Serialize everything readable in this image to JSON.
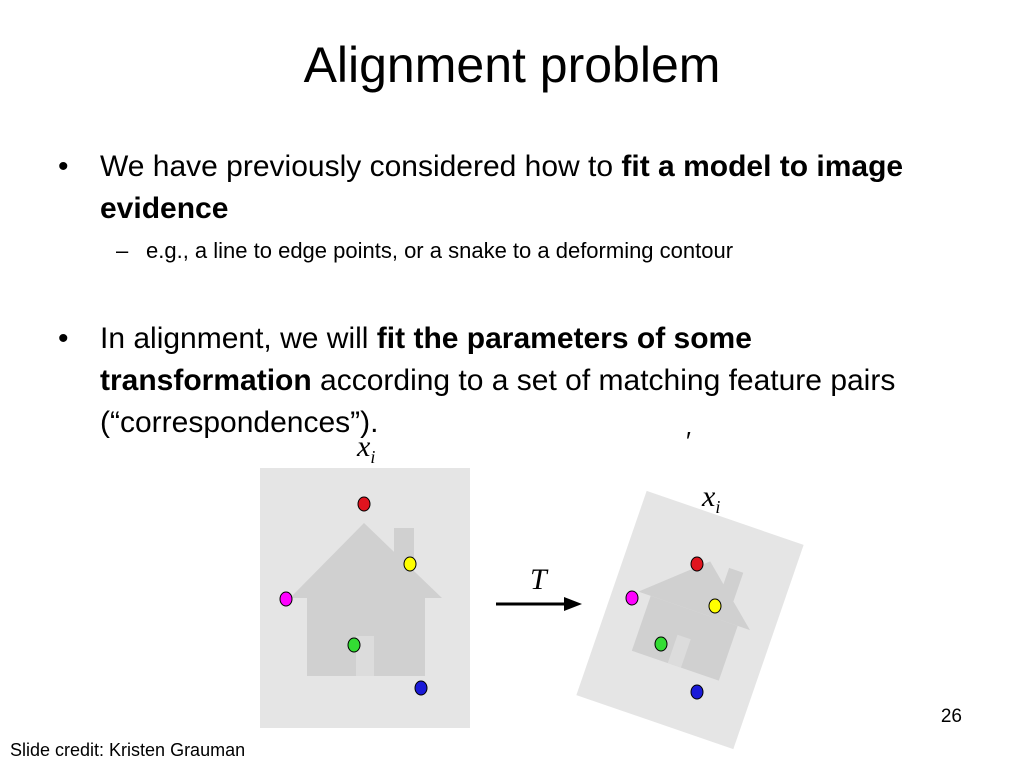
{
  "slide": {
    "title": "Alignment problem",
    "bullets": [
      {
        "pre": "We have previously considered how to ",
        "bold": "fit a model to image evidence",
        "post": ""
      },
      {
        "pre": "In alignment, we will ",
        "bold": "fit the parameters of some transformation",
        "post": " according to a set of matching feature pairs (“correspondences”)."
      }
    ],
    "sub_bullet": "e.g., a line to edge points, or a snake to a deforming contour",
    "bullet_glyph": "•",
    "dash_glyph": "–",
    "page_number": "26",
    "credit": "Slide credit: Kristen Grauman"
  },
  "figure": {
    "source_label": {
      "base": "x",
      "subscript": "i"
    },
    "target_label": {
      "base": "x",
      "subscript": "i"
    },
    "prime_mark": "′",
    "transform_label": "T",
    "colors": {
      "panel": "#e5e5e5",
      "house": "#d0d0d0",
      "red": "#e0141e",
      "yellow": "#ffff00",
      "magenta": "#ff00ff",
      "green": "#33dd33",
      "blue": "#1a1ad8"
    }
  }
}
